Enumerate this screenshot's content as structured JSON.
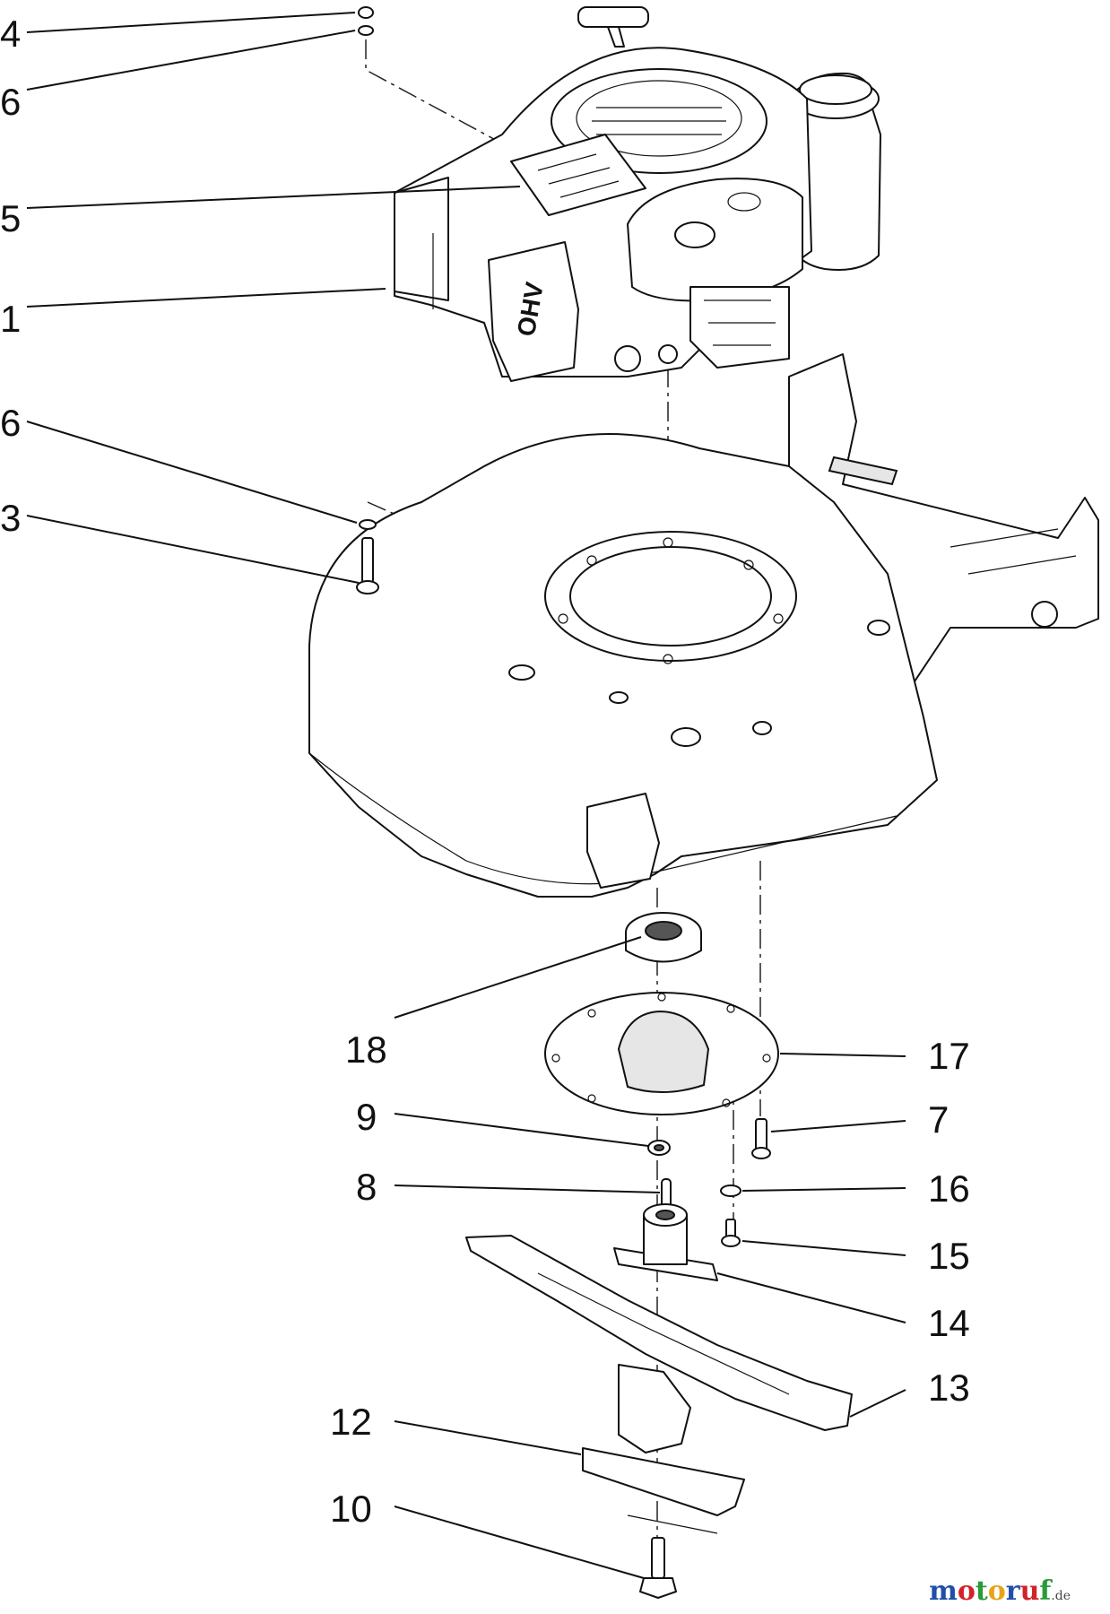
{
  "callouts": {
    "c4": "4",
    "c6a": "6",
    "c5": "5",
    "c1": "1",
    "c6b": "6",
    "c3": "3",
    "c18": "18",
    "c17": "17",
    "c9": "9",
    "c7": "7",
    "c8": "8",
    "c16": "16",
    "c15": "15",
    "c14": "14",
    "c13": "13",
    "c12": "12",
    "c10": "10"
  },
  "watermark": {
    "letters": [
      "m",
      "o",
      "t",
      "o",
      "r",
      "u",
      "f"
    ],
    "colors": [
      "#1f4fa8",
      "#d2232a",
      "#2a9a3a",
      "#e8a317",
      "#1f4fa8",
      "#d2232a",
      "#2a9a3a"
    ],
    "suffix": ".de"
  }
}
